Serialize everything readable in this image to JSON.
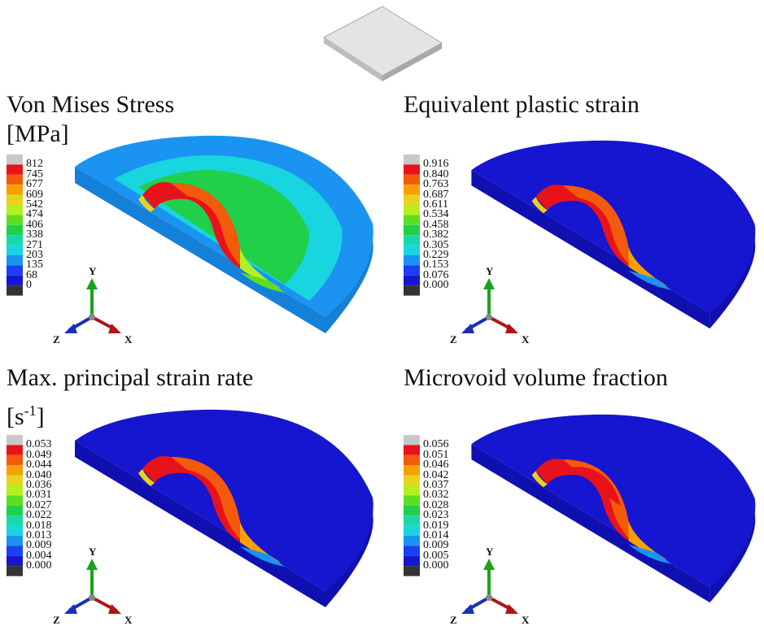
{
  "panels": [
    {
      "title": "Von Mises Stress",
      "unit_main": "[MPa]",
      "unit_sup": "",
      "unit_close": "",
      "legend": [
        "812",
        "745",
        "677",
        "609",
        "542",
        "474",
        "406",
        "338",
        "271",
        "203",
        "135",
        "68",
        "0"
      ],
      "field": "stress"
    },
    {
      "title": "Equivalent plastic strain",
      "unit_main": "",
      "unit_sup": "",
      "unit_close": "",
      "legend": [
        "0.916",
        "0.840",
        "0.763",
        "0.687",
        "0.611",
        "0.534",
        "0.458",
        "0.382",
        "0.305",
        "0.229",
        "0.153",
        "0.076",
        "0.000"
      ],
      "field": "peeq"
    },
    {
      "title": "Max. principal strain rate",
      "unit_main": "[s",
      "unit_sup": "-1",
      "unit_close": "]",
      "legend": [
        "0.053",
        "0.049",
        "0.044",
        "0.040",
        "0.036",
        "0.031",
        "0.027",
        "0.022",
        "0.018",
        "0.013",
        "0.009",
        "0.004",
        "0.000"
      ],
      "field": "rate"
    },
    {
      "title": "Microvoid volume fraction",
      "unit_main": "",
      "unit_sup": "",
      "unit_close": "",
      "legend": [
        "0.056",
        "0.051",
        "0.046",
        "0.042",
        "0.037",
        "0.032",
        "0.028",
        "0.023",
        "0.019",
        "0.014",
        "0.009",
        "0.005",
        "0.000"
      ],
      "field": "void"
    }
  ],
  "axes": {
    "x": "X",
    "y": "Y",
    "z": "Z"
  },
  "colormap": [
    "#c8c8c8",
    "#e8131a",
    "#f25a0c",
    "#f7a000",
    "#e6d41c",
    "#b6ef1f",
    "#5cdf22",
    "#20d04a",
    "#18d8a8",
    "#19d5e0",
    "#1a94f0",
    "#1a3ff5",
    "#1616d0",
    "#333333"
  ],
  "icon": "plate-icon"
}
